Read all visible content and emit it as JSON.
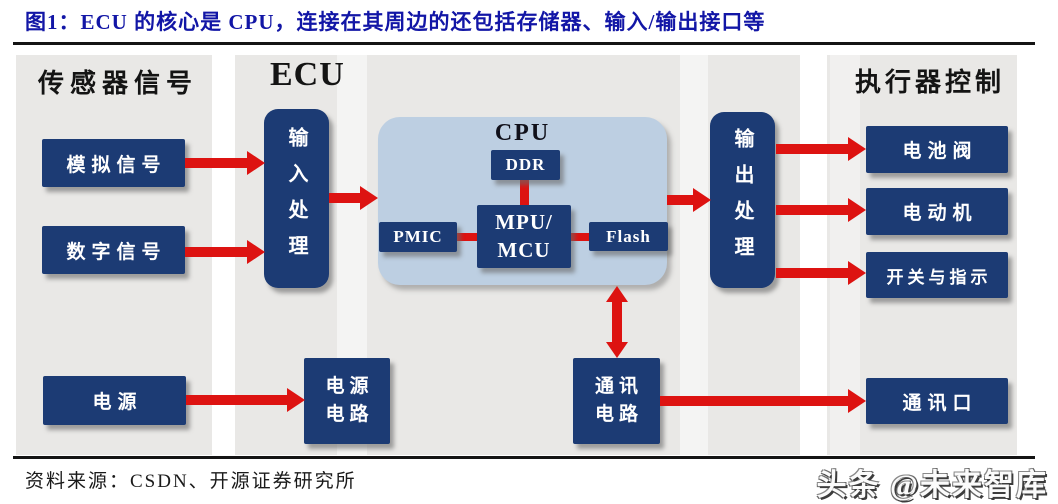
{
  "title": "图1：ECU 的核心是 CPU，连接在其周边的还包括存储器、输入/输出接口等",
  "sensor_panel": {
    "header": "传感器信号",
    "analog": "模拟信号",
    "digital": "数字信号",
    "power": "电源"
  },
  "ecu_panel": {
    "header": "ECU",
    "input_processing": "输入处理",
    "output_processing": "输出处理",
    "cpu_group": {
      "label": "CPU",
      "ddr": "DDR",
      "pmic": "PMIC",
      "flash": "Flash",
      "mpu_lines": [
        "MPU/",
        "MCU"
      ]
    },
    "power_circuit_lines": [
      "电源",
      "电路"
    ],
    "comm_circuit_lines": [
      "通讯",
      "电路"
    ]
  },
  "actuator_panel": {
    "header": "执行器控制",
    "battery_valve": "电池阀",
    "motor": "电动机",
    "switch_indicator": "开关与指示",
    "comm_port": "通讯口"
  },
  "footer": {
    "source": "资料来源：CSDN、开源证券研究所",
    "watermark": "头条 @未来智库"
  },
  "colors": {
    "navy_box": "#1c3b74",
    "cpu_panel_blue": "#bdcfe2",
    "arrow_red": "#dd1311",
    "panel_gray": "#e9e8e6",
    "title_blue": "#1216a6"
  }
}
